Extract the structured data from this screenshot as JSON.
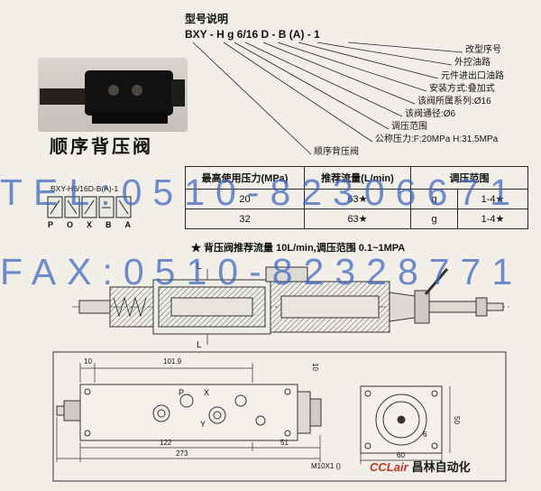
{
  "watermark": {
    "tel": "TEL:0510-82306671",
    "fax": "FAX:0510-82328771",
    "color": "#3a66c0"
  },
  "product": {
    "name": "顺序背压阀"
  },
  "model_legend": {
    "title": "型号说明",
    "model": "BXY - H g 6/16 D - B (A) - 1",
    "callouts": [
      "改型序号",
      "外控油路",
      "元件进出口油路",
      "安装方式:叠加式",
      "该阀所属系列:Ø16",
      "该阀通径:Ø6",
      "调压范围",
      "公称压力:F:20MPa  H:31.5MPa",
      "顺序背压阀"
    ]
  },
  "symbol": {
    "label": "BXY-H6/16D-B(A)-1",
    "ports": [
      "P",
      "O",
      "X",
      "B",
      "A"
    ]
  },
  "spec_table": {
    "headers": [
      "最高使用压力(MPa)",
      "推荐流量(L/min)",
      "调压范围"
    ],
    "rows": [
      [
        "20",
        "63★",
        "g",
        "1-4★"
      ],
      [
        "32",
        "63★",
        "g",
        "1-4★"
      ]
    ]
  },
  "note": "★ 背压阀推荐流量 10L/min,调压范围 0.1~1MPA",
  "assembly": {
    "dim_top": "L",
    "dim_bottom": "L"
  },
  "installation": {
    "dims": {
      "d10_left": "10",
      "d101_9": "101.9",
      "d10_right": "10",
      "d122": "122",
      "d51": "51",
      "d273": "273",
      "d60": "60",
      "d50": "50",
      "d6": "6"
    },
    "ports": {
      "p": "P",
      "x": "X",
      "y": "Y"
    },
    "thread": "M10X1 ()",
    "brand_latin": "CCLair",
    "brand_cn": "昌林自动化"
  }
}
